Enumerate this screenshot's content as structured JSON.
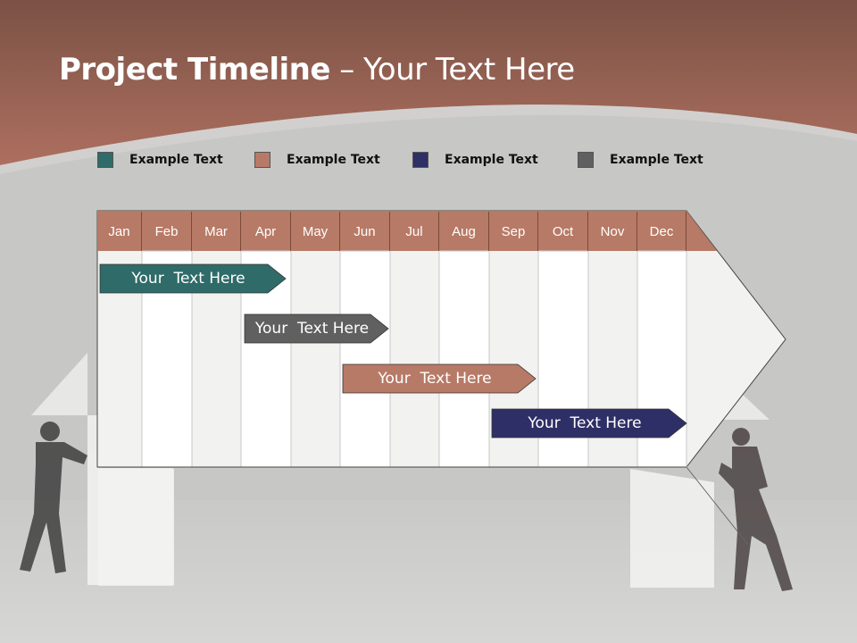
{
  "title": {
    "bold": "Project Timeline",
    "rest": " – Your Text Here"
  },
  "legend": [
    {
      "label": "Example Text",
      "color": "#2f6b68"
    },
    {
      "label": "Example Text",
      "color": "#b77a66"
    },
    {
      "label": "Example Text",
      "color": "#2e2f66"
    },
    {
      "label": "Example Text",
      "color": "#606060"
    }
  ],
  "months": [
    "Jan",
    "Feb",
    "Mar",
    "Apr",
    "May",
    "Jun",
    "Jul",
    "Aug",
    "Sep",
    "Oct",
    "Nov",
    "Dec"
  ],
  "tasks": [
    {
      "label": "Your  Text Here",
      "color": "#2f6b68",
      "start_month": "Jan",
      "end_month": "Apr"
    },
    {
      "label": "Your  Text Here",
      "color": "#606060",
      "start_month": "Apr",
      "end_month": "Jun"
    },
    {
      "label": "Your  Text Here",
      "color": "#b77a66",
      "start_month": "Jun",
      "end_month": "Sep"
    },
    {
      "label": "Your  Text Here",
      "color": "#2e2f66",
      "start_month": "Sep",
      "end_month": "Dec"
    }
  ],
  "colors": {
    "header_band": "#a5695a",
    "month_header": "#b77a66"
  },
  "figures": {
    "left": "man-pushing",
    "right": "woman-pushing"
  }
}
